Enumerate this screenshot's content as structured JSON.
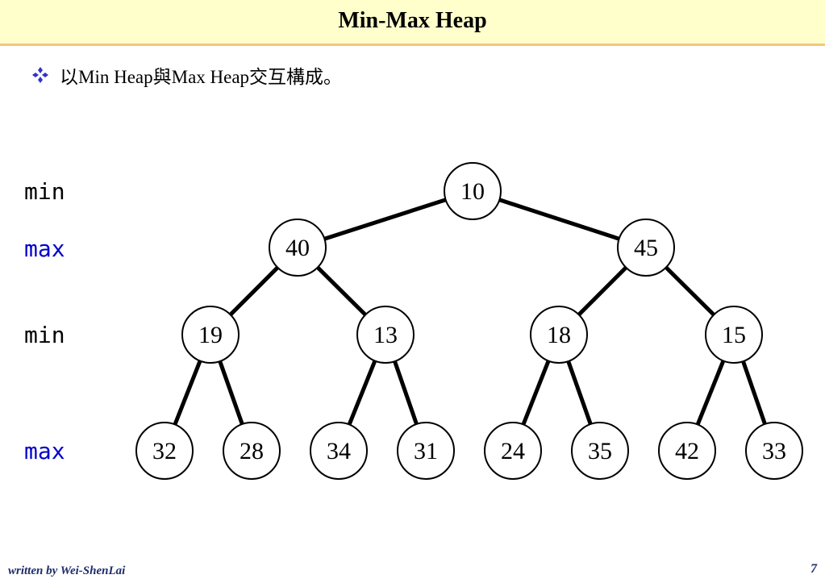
{
  "header": {
    "title": "Min-Max Heap"
  },
  "bullet": {
    "icon": "diamond-bullet-icon",
    "icon_color": "#3333cc",
    "text": "以Min Heap與Max Heap交互構成。"
  },
  "levels": [
    {
      "label": "min",
      "color": "#000000"
    },
    {
      "label": "max",
      "color": "#0000cc"
    },
    {
      "label": "min",
      "color": "#000000"
    },
    {
      "label": "max",
      "color": "#0000cc"
    }
  ],
  "heap": {
    "values": [
      10,
      40,
      45,
      19,
      13,
      18,
      15,
      32,
      28,
      34,
      31,
      24,
      35,
      42,
      33
    ]
  },
  "footer": {
    "author": "written by Wei-ShenLai",
    "page": "7"
  }
}
